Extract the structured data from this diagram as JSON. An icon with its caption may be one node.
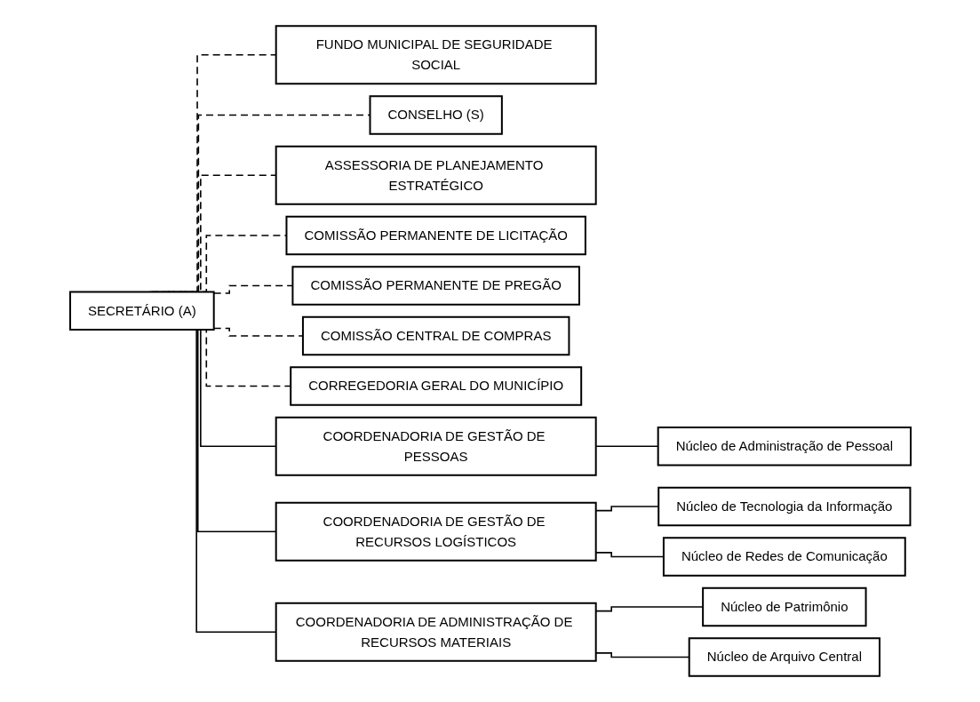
{
  "diagram": {
    "nodes": [
      {
        "text": [
          "FUNDO MUNICIPAL DE SEGURIDADE SOCIAL"
        ]
      },
      {
        "text": [
          "SECRETÁRIO (A)"
        ]
      },
      {
        "text": [
          "CONSELHO (S)"
        ]
      },
      {
        "text": [
          "ASSESSORIA DE PLANEJAMENTO ESTRATÉGICO"
        ]
      },
      {
        "text": [
          "COMISSÃO PERMANENTE DE LICITAÇÃO"
        ]
      },
      {
        "text": [
          "COMISSÃO PERMANENTE DE PREGÃO"
        ]
      },
      {
        "text": [
          "COMISSÃO CENTRAL DE COMPRAS"
        ]
      },
      {
        "text": [
          "CORREGEDORIA GERAL DO MUNICÍPIO"
        ]
      },
      {
        "text": [
          "COORDENADORIA DE GESTÃO DE PESSOAS"
        ]
      },
      {
        "text": [
          "COORDENADORIA DE GESTÃO DE RECURSOS LOGÍSTICOS"
        ]
      },
      {
        "text": [
          "COORDENADORIA DE ADMINISTRAÇÃO DE RECURSOS MATERIAIS"
        ]
      },
      {
        "text": [
          "Núcleo de Administração de Pessoal"
        ]
      },
      {
        "text": [
          "Núcleo de Tecnologia da Informação"
        ]
      },
      {
        "text": [
          "Núcleo de Redes de Comunicação"
        ]
      },
      {
        "text": [
          "Núcleo de Patrimônio"
        ]
      },
      {
        "text": [
          "Núcleo de Arquivo Central"
        ]
      }
    ],
    "edges": [
      {
        "from": 1,
        "to": 0,
        "arrow": "none",
        "style": "dashed"
      },
      {
        "from": 1,
        "to": 2,
        "arrow": "none",
        "style": "dashed"
      },
      {
        "from": 1,
        "to": 3,
        "arrow": "none",
        "style": "dashed"
      },
      {
        "from": 1,
        "to": 4,
        "arrow": "none",
        "style": "dashed"
      },
      {
        "from": 1,
        "to": 5,
        "arrow": "none",
        "style": "dashed"
      },
      {
        "from": 1,
        "to": 6,
        "arrow": "none",
        "style": "dashed"
      },
      {
        "from": 1,
        "to": 7,
        "arrow": "none",
        "style": "dashed"
      },
      {
        "from": 1,
        "to": 8,
        "arrow": "none"
      },
      {
        "from": 1,
        "to": 9,
        "arrow": "none"
      },
      {
        "from": 1,
        "to": 10,
        "arrow": "none"
      },
      {
        "from": 8,
        "to": 11,
        "arrow": "none"
      },
      {
        "from": 9,
        "to": 12,
        "arrow": "none"
      },
      {
        "from": 9,
        "to": 13,
        "arrow": "none"
      },
      {
        "from": 10,
        "to": 14,
        "arrow": "none"
      },
      {
        "from": 10,
        "to": 15,
        "arrow": "none"
      }
    ]
  }
}
